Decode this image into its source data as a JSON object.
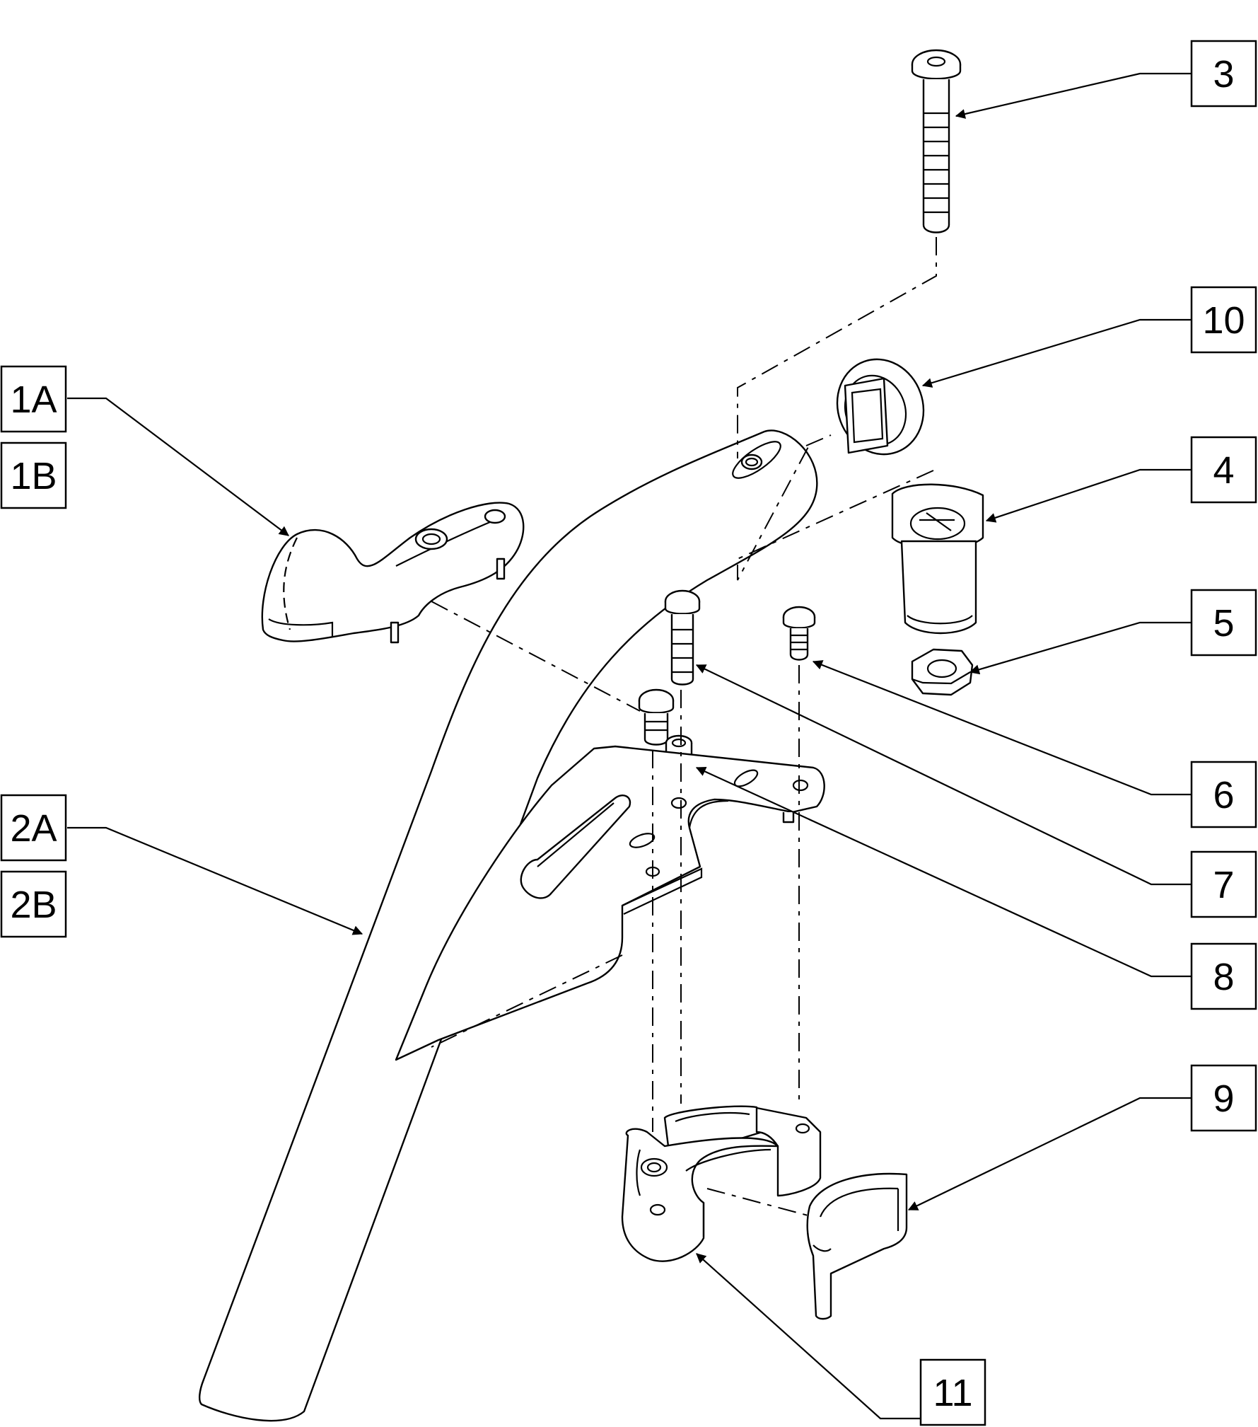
{
  "callouts": [
    {
      "id": "1A",
      "label": "1A"
    },
    {
      "id": "1B",
      "label": "1B"
    },
    {
      "id": "2A",
      "label": "2A"
    },
    {
      "id": "2B",
      "label": "2B"
    },
    {
      "id": "3",
      "label": "3"
    },
    {
      "id": "4",
      "label": "4"
    },
    {
      "id": "5",
      "label": "5"
    },
    {
      "id": "6",
      "label": "6"
    },
    {
      "id": "7",
      "label": "7"
    },
    {
      "id": "8",
      "label": "8"
    },
    {
      "id": "9",
      "label": "9"
    },
    {
      "id": "10",
      "label": "10"
    },
    {
      "id": "11",
      "label": "11"
    }
  ]
}
